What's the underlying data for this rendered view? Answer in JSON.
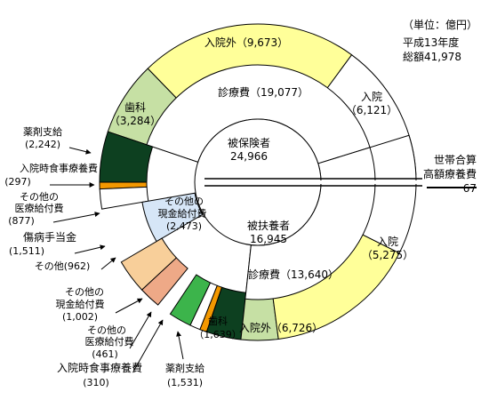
{
  "chart_data": {
    "type": "pie",
    "unit_note": "（単位：億円）",
    "fiscal_year": "平成13年度",
    "total_label": "総額41,978",
    "total": 41978,
    "household": {
      "title_lines": [
        "世帯合算",
        "高額療養費"
      ],
      "value_label": "67",
      "value": 67
    },
    "groups": [
      {
        "id": "insured",
        "title": "被保険者",
        "value_label": "24,966",
        "value": 24966,
        "medical": {
          "label": "診療費（19,077）",
          "value": 19077,
          "parts": [
            {
              "id": "inpatient",
              "label": "入院",
              "value_label": "（6,121）",
              "value": 6121
            },
            {
              "id": "outpatient",
              "label": "入院外（9,673）",
              "value_label": "",
              "value": 9673
            },
            {
              "id": "dental",
              "label": "歯科",
              "value_label": "（3,284）",
              "value": 3284
            }
          ]
        },
        "others": [
          {
            "id": "pharmacy",
            "label": "薬剤支給",
            "value_label": "(2,242)",
            "value": 2242
          },
          {
            "id": "meal",
            "label": "入院時食事療養費",
            "value_label": "(297)",
            "value": 297
          },
          {
            "id": "other-med",
            "label": "その他の医療給付費",
            "label_lines": [
              "その他の",
              "医療給付費"
            ],
            "value_label": "(877)",
            "value": 877
          },
          {
            "id": "other-cash",
            "label": "その他の現金給付費",
            "label_lines": [
              "その他の",
              "現金給付費"
            ],
            "value_label": "(2,473)",
            "value": 2473
          },
          {
            "id": "injury",
            "label": "傷病手当金",
            "value_label": "(1,511)",
            "value": 1511
          },
          {
            "id": "misc",
            "label": "その他",
            "value_label": "(962)",
            "value": 962
          }
        ]
      },
      {
        "id": "dependent",
        "title": "被扶養者",
        "value_label": "16,945",
        "value": 16945,
        "medical": {
          "label": "診療費（13,640）",
          "value": 13640,
          "parts": [
            {
              "id": "inpatient",
              "label": "入院",
              "value_label": "（5,275）",
              "value": 5275
            },
            {
              "id": "outpatient",
              "label": "入院外（6,726）",
              "value_label": "",
              "value": 6726
            },
            {
              "id": "dental",
              "label": "歯科",
              "value_label": "（1,639）",
              "value": 1639
            }
          ]
        },
        "others": [
          {
            "id": "pharmacy",
            "label": "薬剤支給",
            "value_label": "(1,531)",
            "value": 1531
          },
          {
            "id": "meal",
            "label": "入院時食事療養費",
            "value_label": "(310)",
            "value": 310
          },
          {
            "id": "other-med",
            "label": "その他の医療給付費",
            "label_lines": [
              "その他の",
              "医療給付費"
            ],
            "value_label": "(461)",
            "value": 461
          },
          {
            "id": "other-cash",
            "label": "その他の現金給付費",
            "label_lines": [
              "その他の",
              "現金給付費"
            ],
            "value_label": "(1,002)",
            "value": 1002
          }
        ]
      }
    ],
    "colors": {
      "outpatient": "#ffff99",
      "inpatient": "#ffffff",
      "dental": "#c6e0a4",
      "pharmacy": "#0d4020",
      "meal": "#f39800",
      "other-med": "#ffffff",
      "other-cash-insured": "#d6e6f7",
      "other-cash-dependent": "#3cb44b",
      "injury": "#f8cf9a",
      "misc": "#eea987",
      "stroke": "#000000"
    }
  }
}
